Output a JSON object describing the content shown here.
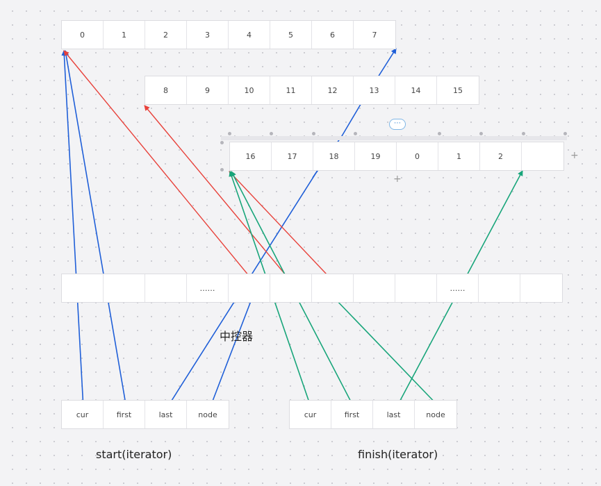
{
  "rows": {
    "row1": [
      "0",
      "1",
      "2",
      "3",
      "4",
      "5",
      "6",
      "7"
    ],
    "row2": [
      "8",
      "9",
      "10",
      "11",
      "12",
      "13",
      "14",
      "15"
    ],
    "row3": [
      "16",
      "17",
      "18",
      "19",
      "0",
      "1",
      "2",
      ""
    ]
  },
  "map_row": [
    "",
    "",
    "",
    "……",
    "",
    "",
    "",
    "",
    "",
    "……",
    "",
    ""
  ],
  "start_iterator": {
    "cells": [
      "cur",
      "first",
      "last",
      "node"
    ],
    "label": "start(iterator)"
  },
  "finish_iterator": {
    "cells": [
      "cur",
      "first",
      "last",
      "node"
    ],
    "label": "finish(iterator)"
  },
  "map_label": "中控器",
  "toolbar": {
    "more_label": "⋯",
    "add_col": "+",
    "add_row": "+"
  },
  "colors": {
    "blue": "#1f5fd8",
    "red": "#e8413a",
    "green": "#18a57a"
  }
}
